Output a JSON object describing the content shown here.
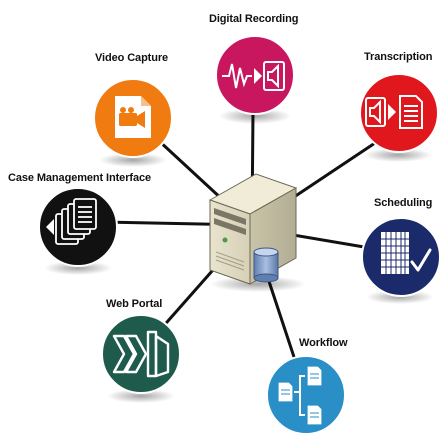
{
  "diagram": {
    "hub": {
      "icon": "server-database-icon"
    },
    "modules": [
      {
        "key": "digital-recording",
        "label": "Digital Recording",
        "color": "#c8175f",
        "icon": "waveform-play-speaker-icon"
      },
      {
        "key": "video-capture",
        "label": "Video Capture",
        "color": "#f07b10",
        "icon": "video-camera-document-icon"
      },
      {
        "key": "transcription",
        "label": "Transcription",
        "color": "#e0181e",
        "icon": "speaker-to-document-icon"
      },
      {
        "key": "case-management",
        "label": "Case Management Interface",
        "color": "#111111",
        "icon": "stacked-documents-icon"
      },
      {
        "key": "scheduling",
        "label": "Scheduling",
        "color": "#1b2a6b",
        "icon": "calendar-check-icon"
      },
      {
        "key": "web-portal",
        "label": "Web Portal",
        "color": "#1f5b4c",
        "icon": "portal-arrows-icon"
      },
      {
        "key": "workflow",
        "label": "Workflow",
        "color": "#2a8fc6",
        "icon": "workflow-documents-icon"
      }
    ]
  }
}
